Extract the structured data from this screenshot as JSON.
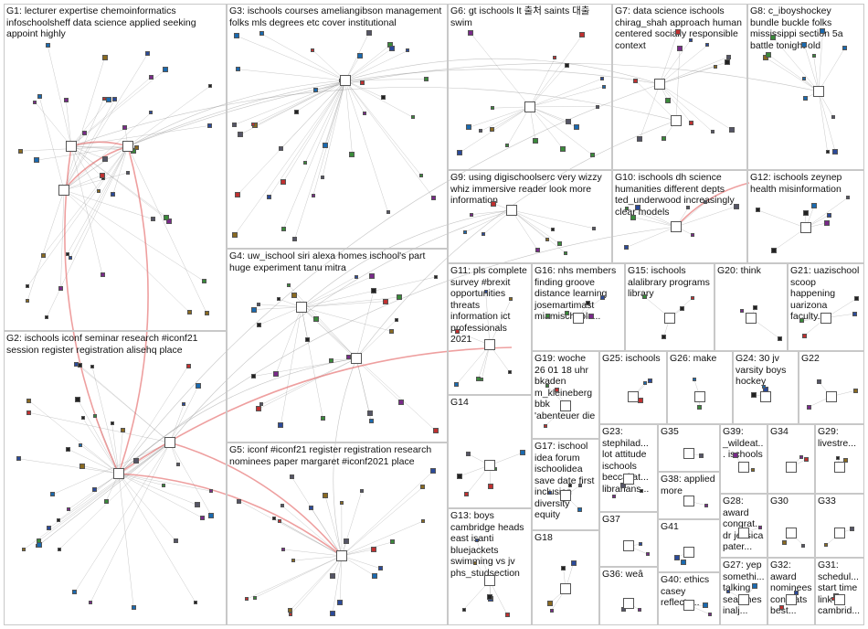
{
  "title": "",
  "groups": [
    {
      "id": "G1",
      "label": "G1: lecturer expertise chemoinformatics infoschoolsheff data science applied seeking appoint highly"
    },
    {
      "id": "G2",
      "label": "G2: ischools iconf seminar research #iconf21 session register registration alisehq place"
    },
    {
      "id": "G3",
      "label": "G3: ischools courses ameliangibson management folks mls degrees etc cover institutional"
    },
    {
      "id": "G4",
      "label": "G4: uw_ischool siri alexa homes ischool's part huge experiment tanu mitra"
    },
    {
      "id": "G5",
      "label": "G5: iconf #iconf21 register registration research nominees paper margaret #iconf2021 place"
    },
    {
      "id": "G6",
      "label": "G6: gt ischools lt 출처 saints 대출 swim"
    },
    {
      "id": "G7",
      "label": "G7: data science ischools chirag_shah approach human centered socially responsible context"
    },
    {
      "id": "G8",
      "label": "G8: c_iboyshockey bundle buckle folks mississippi section 5a battle tonight old"
    },
    {
      "id": "G9",
      "label": "G9: using digischoolserc very wizzy whiz immersive reader look more information"
    },
    {
      "id": "G10",
      "label": "G10: ischools dh science humanities different depts ted_underwood increasingly clear models"
    },
    {
      "id": "G12",
      "label": "G12: ischools zeynep health misinformation"
    },
    {
      "id": "G11",
      "label": "G11: pls complete survey #brexit opportunities threats information ict professionals 2021"
    },
    {
      "id": "G16",
      "label": "G16: nhs members finding groove distance learning josemartimast miamischools..."
    },
    {
      "id": "G15",
      "label": "G15: ischools alalibrary programs library"
    },
    {
      "id": "G20",
      "label": "G20: think"
    },
    {
      "id": "G21",
      "label": "G21: uazischool scoop happening uarizona faculty..."
    },
    {
      "id": "G19",
      "label": "G19: woche 26 01 18 uhr bkaden m_kleineberg bbk 'abenteuer die"
    },
    {
      "id": "G25",
      "label": "G25: ischools"
    },
    {
      "id": "G26",
      "label": "G26: make"
    },
    {
      "id": "G24",
      "label": "G24: 30 jv varsity boys hockey"
    },
    {
      "id": "G22",
      "label": "G22"
    },
    {
      "id": "G14",
      "label": "G14"
    },
    {
      "id": "G23",
      "label": "G23: stephilad... lot attitude ischools beccakat... librarians..."
    },
    {
      "id": "G35",
      "label": "G35"
    },
    {
      "id": "G39",
      "label": "G39: _wildeat... ischools"
    },
    {
      "id": "G34",
      "label": "G34"
    },
    {
      "id": "G29",
      "label": "G29: livestre..."
    },
    {
      "id": "G17",
      "label": "G17: ischool idea forum ischoolidea save date first inclusion diversity equity"
    },
    {
      "id": "G38",
      "label": "G38: applied more"
    },
    {
      "id": "G28",
      "label": "G28: award congrat... dr jessica pater..."
    },
    {
      "id": "G30",
      "label": "G30"
    },
    {
      "id": "G33",
      "label": "G33"
    },
    {
      "id": "G37",
      "label": "G37"
    },
    {
      "id": "G41",
      "label": "G41"
    },
    {
      "id": "G13",
      "label": "G13: boys cambridge heads east isanti bluejackets swimming vs jv phs_studsection"
    },
    {
      "id": "G18",
      "label": "G18"
    },
    {
      "id": "G36",
      "label": "G36: weâ"
    },
    {
      "id": "G40",
      "label": "G40: ethics casey reflects..."
    },
    {
      "id": "G27",
      "label": "G27: yep somethi... talking searches inalj..."
    },
    {
      "id": "G32",
      "label": "G32: award nominees congrats best..."
    },
    {
      "id": "G31",
      "label": "G31: schedul... start time link cambrid..."
    }
  ],
  "colors": {
    "edge": "#9a9a9a",
    "hub_edge": "#e05050",
    "panel_border": "#c8c8c8"
  }
}
